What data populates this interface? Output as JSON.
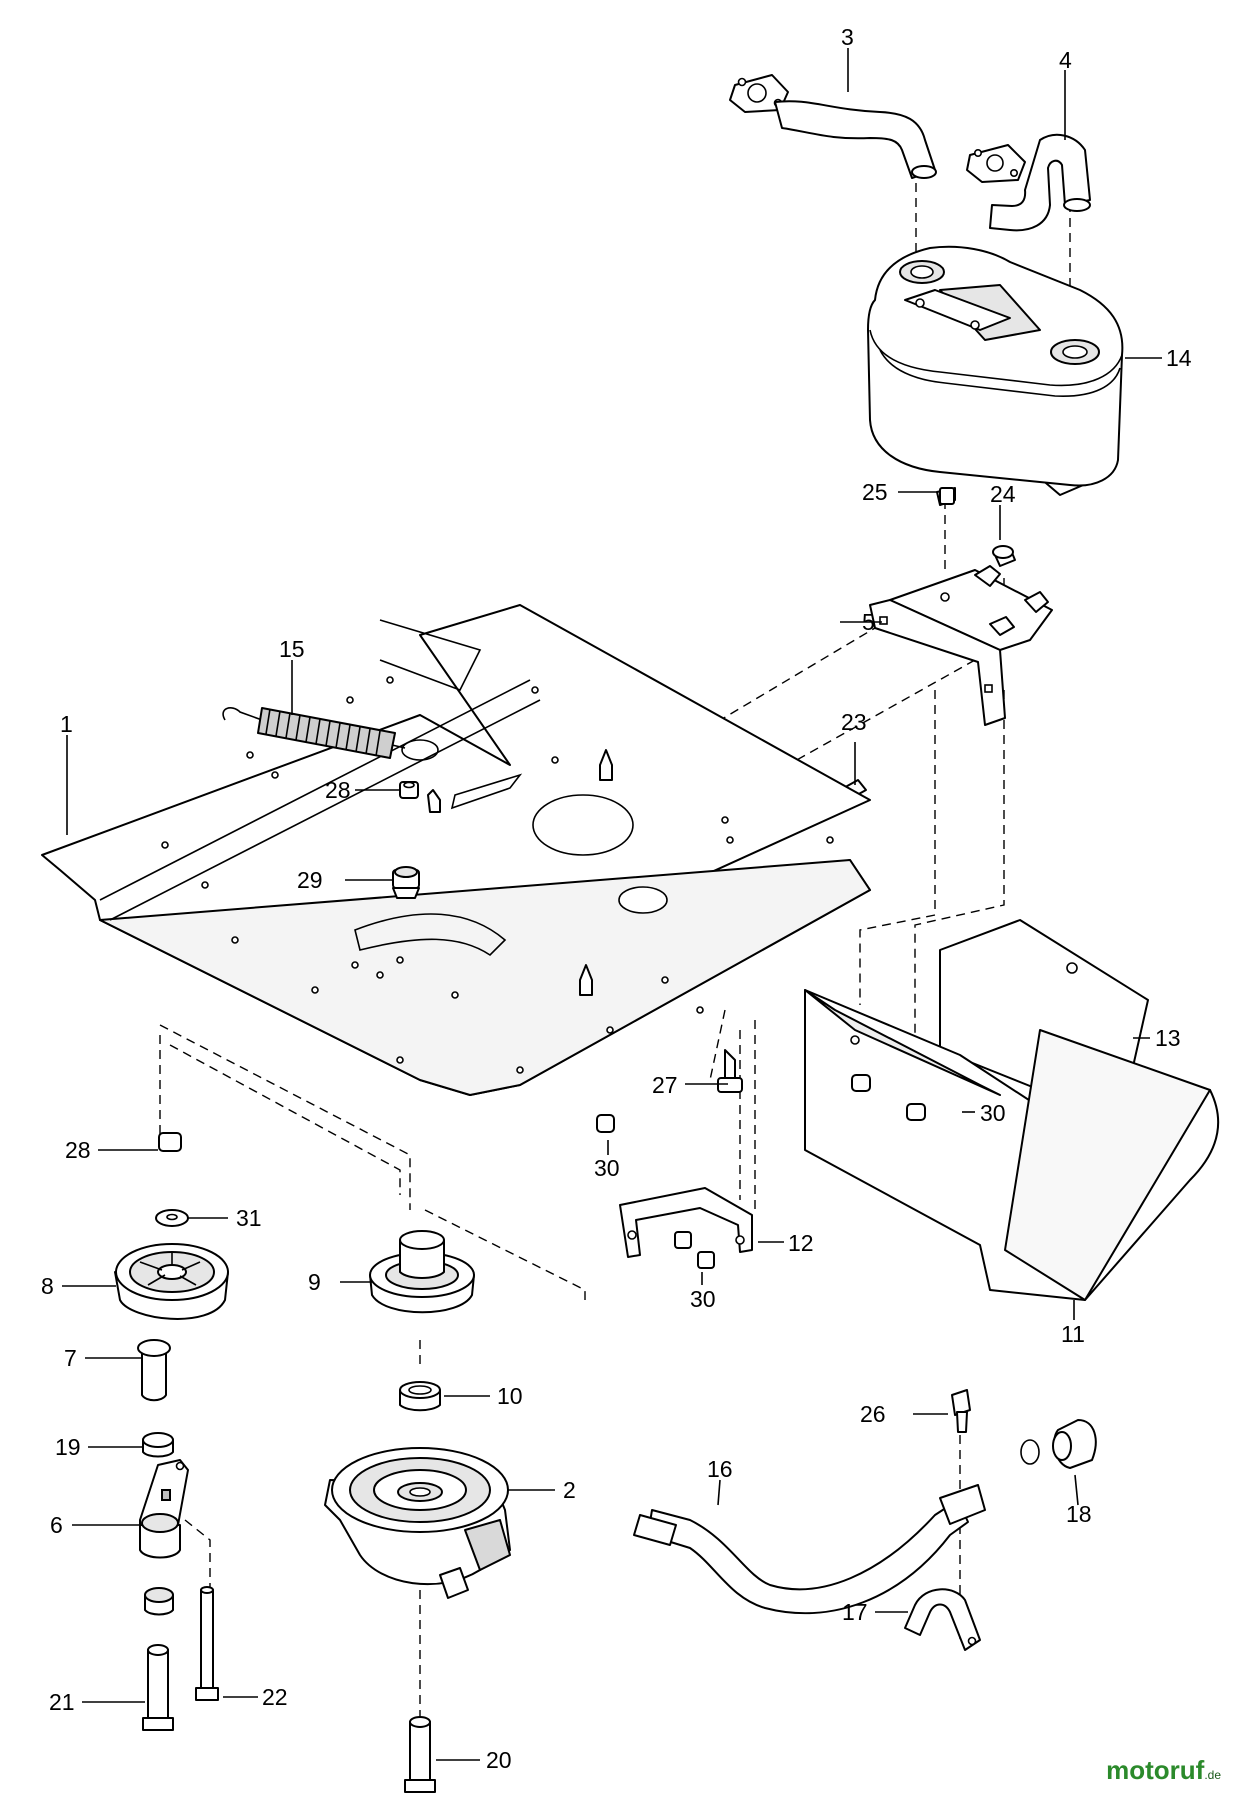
{
  "callouts": {
    "c1": "1",
    "c2": "2",
    "c3": "3",
    "c4": "4",
    "c5": "5",
    "c6": "6",
    "c7": "7",
    "c8": "8",
    "c9": "9",
    "c10": "10",
    "c11": "11",
    "c12": "12",
    "c13": "13",
    "c14": "14",
    "c15": "15",
    "c16": "16",
    "c17": "17",
    "c18": "18",
    "c19": "19",
    "c20": "20",
    "c21": "21",
    "c22": "22",
    "c23": "23",
    "c24": "24",
    "c25": "25",
    "c26": "26",
    "c27": "27",
    "c28a": "28",
    "c28b": "28",
    "c29": "29",
    "c30a": "30",
    "c30b": "30",
    "c30c": "30",
    "c31": "31"
  },
  "watermark": {
    "name": "motoruf",
    "tld": ".de",
    "color": "#2b8a2b"
  }
}
